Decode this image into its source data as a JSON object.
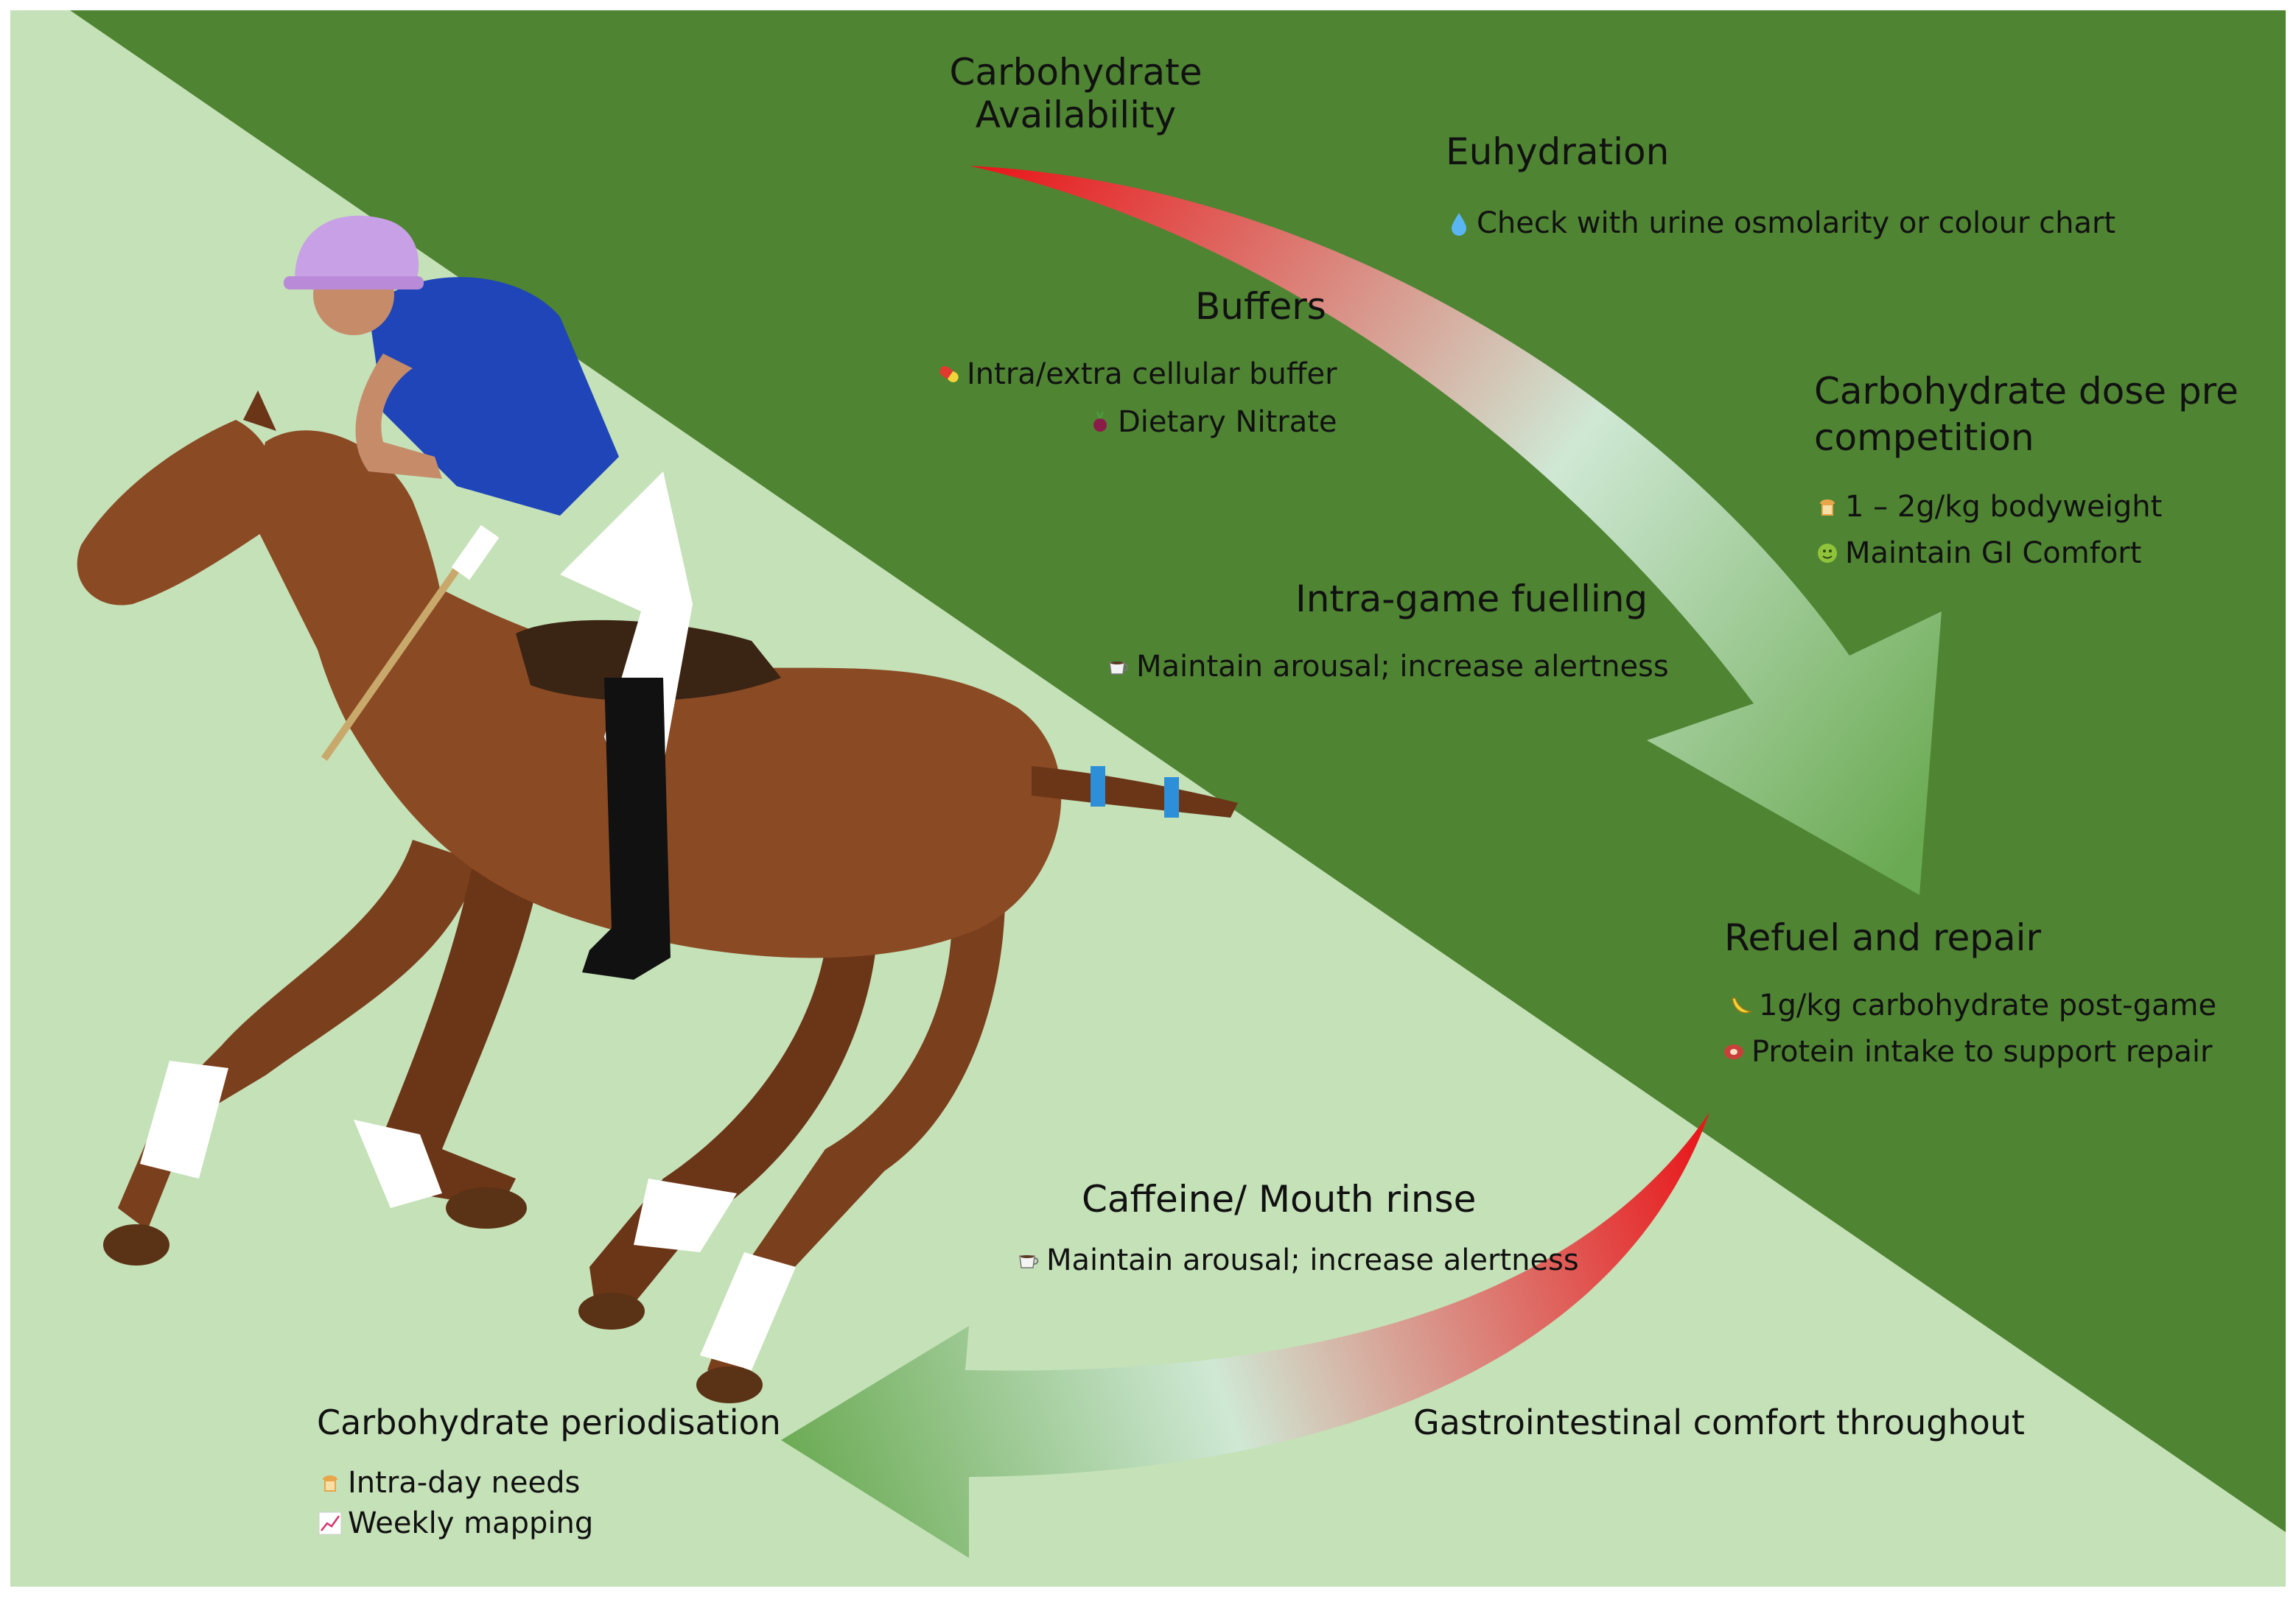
{
  "colors": {
    "dark_green": "#4f8433",
    "light_green": "#c5e1b8",
    "arrow_red": "#e8181b",
    "arrow_light": "#cfe8d4",
    "arrow_green": "#6aaa52"
  },
  "nodes": {
    "carb_availability": {
      "title": "Carbohydrate Availability"
    },
    "euhydration": {
      "title": "Euhydration",
      "items": [
        {
          "icon": "water-drop-icon",
          "text": "Check with urine osmolarity or colour chart"
        }
      ]
    },
    "buffers": {
      "title": "Buffers",
      "items": [
        {
          "icon": "capsule-icon",
          "text": "Intra/extra cellular buffer"
        },
        {
          "icon": "beetroot-icon",
          "text": "Dietary Nitrate"
        }
      ]
    },
    "carb_dose": {
      "title": "Carbohydrate dose pre competition",
      "items": [
        {
          "icon": "bread-icon",
          "text": "1 – 2g/kg bodyweight"
        },
        {
          "icon": "stomach-icon",
          "text": "Maintain GI Comfort"
        }
      ]
    },
    "intra_game": {
      "title": "Intra-game fuelling",
      "items": [
        {
          "icon": "coffee-cup-icon",
          "text": "Maintain arousal; increase alertness"
        }
      ]
    },
    "refuel": {
      "title": "Refuel and repair",
      "items": [
        {
          "icon": "banana-icon",
          "text": "1g/kg carbohydrate post-game"
        },
        {
          "icon": "meat-icon",
          "text": "Protein intake to support repair"
        }
      ]
    },
    "caffeine": {
      "title": "Caffeine/ Mouth rinse",
      "items": [
        {
          "icon": "coffee-cup-icon",
          "text": "Maintain arousal; increase alertness"
        }
      ]
    },
    "gi_comfort": {
      "title": "Gastrointestinal comfort throughout"
    },
    "periodisation": {
      "title": "Carbohydrate periodisation",
      "items": [
        {
          "icon": "bread-icon",
          "text": "Intra-day needs"
        },
        {
          "icon": "trend-chart-icon",
          "text": "Weekly mapping"
        }
      ]
    }
  }
}
